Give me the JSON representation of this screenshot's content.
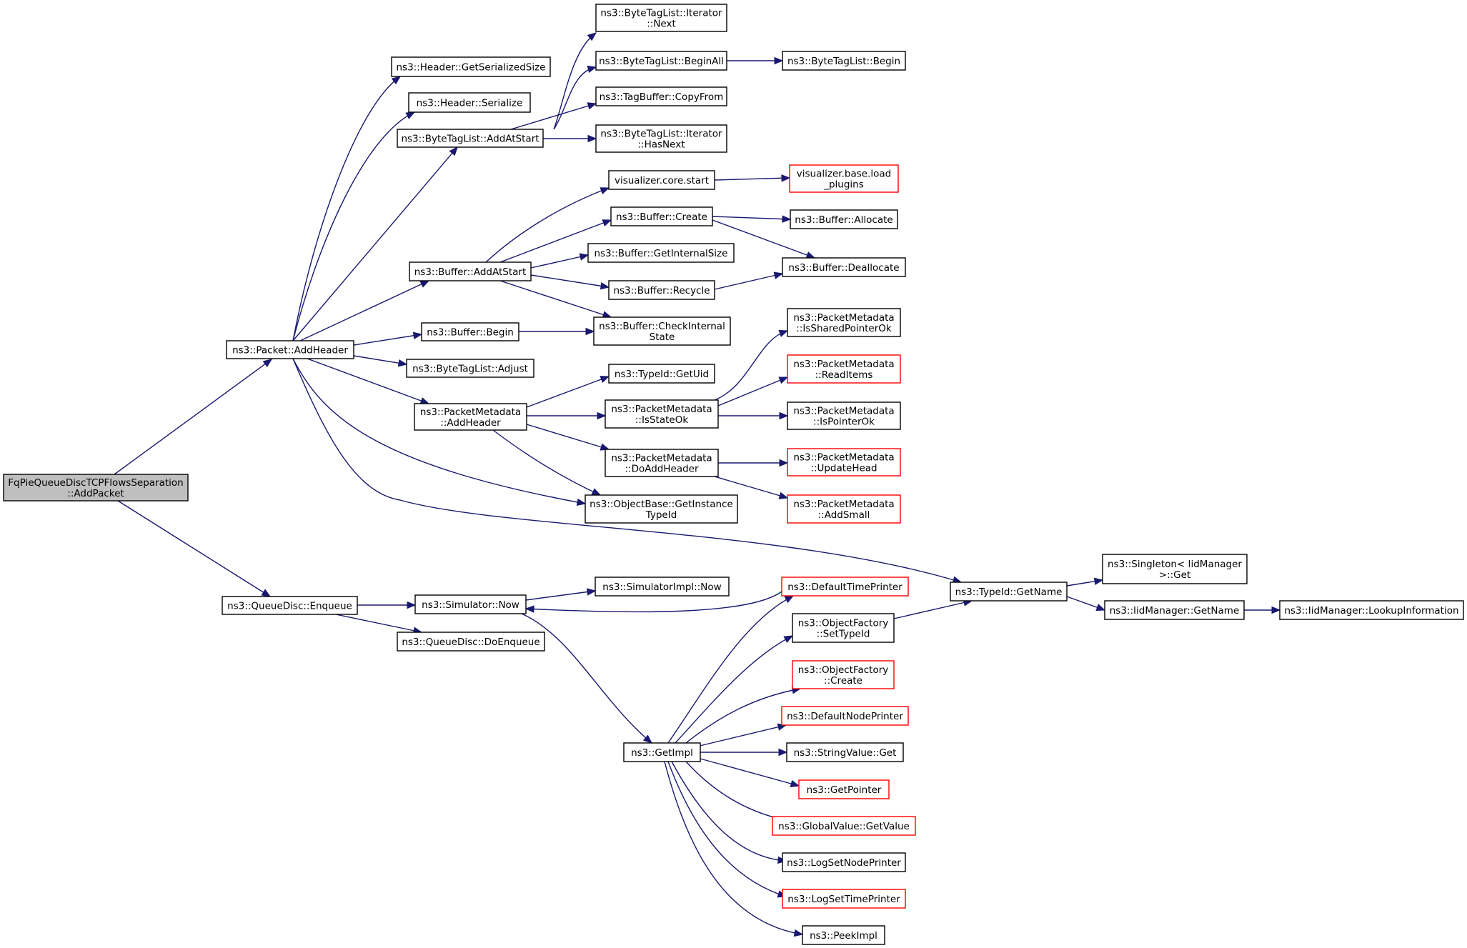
{
  "nodes": [
    {
      "id": "root",
      "lines": [
        "FqPieQueueDiscTCPFlowsSeparation",
        "::AddPacket"
      ],
      "style": "root"
    },
    {
      "id": "addheader",
      "lines": [
        "ns3::Packet::AddHeader"
      ],
      "style": "normal"
    },
    {
      "id": "enqueue",
      "lines": [
        "ns3::QueueDisc::Enqueue"
      ],
      "style": "normal"
    },
    {
      "id": "hdr_getsize",
      "lines": [
        "ns3::Header::GetSerializedSize"
      ],
      "style": "normal"
    },
    {
      "id": "hdr_serialize",
      "lines": [
        "ns3::Header::Serialize"
      ],
      "style": "normal"
    },
    {
      "id": "btl_addatstart",
      "lines": [
        "ns3::ByteTagList::AddAtStart"
      ],
      "style": "normal"
    },
    {
      "id": "buf_addatstart",
      "lines": [
        "ns3::Buffer::AddAtStart"
      ],
      "style": "normal"
    },
    {
      "id": "buf_begin",
      "lines": [
        "ns3::Buffer::Begin"
      ],
      "style": "normal"
    },
    {
      "id": "btl_adjust",
      "lines": [
        "ns3::ByteTagList::Adjust"
      ],
      "style": "normal"
    },
    {
      "id": "pm_addheader",
      "lines": [
        "ns3::PacketMetadata",
        "::AddHeader"
      ],
      "style": "normal"
    },
    {
      "id": "btl_it_next",
      "lines": [
        "ns3::ByteTagList::Iterator",
        "::Next"
      ],
      "style": "normal"
    },
    {
      "id": "btl_beginall",
      "lines": [
        "ns3::ByteTagList::BeginAll"
      ],
      "style": "normal"
    },
    {
      "id": "tb_copyfrom",
      "lines": [
        "ns3::TagBuffer::CopyFrom"
      ],
      "style": "normal"
    },
    {
      "id": "btl_it_hasnext",
      "lines": [
        "ns3::ByteTagList::Iterator",
        "::HasNext"
      ],
      "style": "normal"
    },
    {
      "id": "vis_core_start",
      "lines": [
        "visualizer.core.start"
      ],
      "style": "normal"
    },
    {
      "id": "buf_create",
      "lines": [
        "ns3::Buffer::Create"
      ],
      "style": "normal"
    },
    {
      "id": "buf_getinternalsize",
      "lines": [
        "ns3::Buffer::GetInternalSize"
      ],
      "style": "normal"
    },
    {
      "id": "buf_recycle",
      "lines": [
        "ns3::Buffer::Recycle"
      ],
      "style": "normal"
    },
    {
      "id": "buf_checkinternal",
      "lines": [
        "ns3::Buffer::CheckInternal",
        "State"
      ],
      "style": "normal"
    },
    {
      "id": "typeid_getuid",
      "lines": [
        "ns3::TypeId::GetUid"
      ],
      "style": "normal"
    },
    {
      "id": "pm_isstateok",
      "lines": [
        "ns3::PacketMetadata",
        "::IsStateOk"
      ],
      "style": "normal"
    },
    {
      "id": "pm_doaddheader",
      "lines": [
        "ns3::PacketMetadata",
        "::DoAddHeader"
      ],
      "style": "normal"
    },
    {
      "id": "ob_getinstancetypeid",
      "lines": [
        "ns3::ObjectBase::GetInstance",
        "TypeId"
      ],
      "style": "normal"
    },
    {
      "id": "btl_begin",
      "lines": [
        "ns3::ByteTagList::Begin"
      ],
      "style": "normal"
    },
    {
      "id": "vis_base_load",
      "lines": [
        "visualizer.base.load",
        "_plugins"
      ],
      "style": "red"
    },
    {
      "id": "buf_allocate",
      "lines": [
        "ns3::Buffer::Allocate"
      ],
      "style": "normal"
    },
    {
      "id": "buf_deallocate",
      "lines": [
        "ns3::Buffer::Deallocate"
      ],
      "style": "normal"
    },
    {
      "id": "pm_issharedpointerok",
      "lines": [
        "ns3::PacketMetadata",
        "::IsSharedPointerOk"
      ],
      "style": "normal"
    },
    {
      "id": "pm_readitems",
      "lines": [
        "ns3::PacketMetadata",
        "::ReadItems"
      ],
      "style": "red"
    },
    {
      "id": "pm_ispointerok",
      "lines": [
        "ns3::PacketMetadata",
        "::IsPointerOk"
      ],
      "style": "normal"
    },
    {
      "id": "pm_updatehead",
      "lines": [
        "ns3::PacketMetadata",
        "::UpdateHead"
      ],
      "style": "red"
    },
    {
      "id": "pm_addsmall",
      "lines": [
        "ns3::PacketMetadata",
        "::AddSmall"
      ],
      "style": "red"
    },
    {
      "id": "sim_now",
      "lines": [
        "ns3::Simulator::Now"
      ],
      "style": "normal"
    },
    {
      "id": "qd_doenqueue",
      "lines": [
        "ns3::QueueDisc::DoEnqueue"
      ],
      "style": "normal"
    },
    {
      "id": "simimpl_now",
      "lines": [
        "ns3::SimulatorImpl::Now"
      ],
      "style": "normal"
    },
    {
      "id": "getimpl",
      "lines": [
        "ns3::GetImpl"
      ],
      "style": "normal"
    },
    {
      "id": "defaulttimeprinter",
      "lines": [
        "ns3::DefaultTimePrinter"
      ],
      "style": "red"
    },
    {
      "id": "of_settypeid",
      "lines": [
        "ns3::ObjectFactory",
        "::SetTypeId"
      ],
      "style": "normal"
    },
    {
      "id": "of_create",
      "lines": [
        "ns3::ObjectFactory",
        "::Create"
      ],
      "style": "red"
    },
    {
      "id": "defaultnodeprinter",
      "lines": [
        "ns3::DefaultNodePrinter"
      ],
      "style": "red"
    },
    {
      "id": "stringvalue_get",
      "lines": [
        "ns3::StringValue::Get"
      ],
      "style": "normal"
    },
    {
      "id": "getpointer",
      "lines": [
        "ns3::GetPointer"
      ],
      "style": "red"
    },
    {
      "id": "globalvalue_getvalue",
      "lines": [
        "ns3::GlobalValue::GetValue"
      ],
      "style": "red"
    },
    {
      "id": "logsetnodeprinter",
      "lines": [
        "ns3::LogSetNodePrinter"
      ],
      "style": "normal"
    },
    {
      "id": "logsettimeprinter",
      "lines": [
        "ns3::LogSetTimePrinter"
      ],
      "style": "red"
    },
    {
      "id": "peekimpl",
      "lines": [
        "ns3::PeekImpl"
      ],
      "style": "normal"
    },
    {
      "id": "typeid_getname",
      "lines": [
        "ns3::TypeId::GetName"
      ],
      "style": "normal"
    },
    {
      "id": "singleton_get",
      "lines": [
        "ns3::Singleton< IidManager",
        " >::Get"
      ],
      "style": "normal"
    },
    {
      "id": "iidm_getname",
      "lines": [
        "ns3::IidManager::GetName"
      ],
      "style": "normal"
    },
    {
      "id": "iidm_lookup",
      "lines": [
        "ns3::IidManager::LookupInformation"
      ],
      "style": "normal"
    }
  ],
  "edges": [
    [
      "root",
      "addheader"
    ],
    [
      "root",
      "enqueue"
    ],
    [
      "addheader",
      "hdr_getsize"
    ],
    [
      "addheader",
      "hdr_serialize"
    ],
    [
      "addheader",
      "btl_addatstart"
    ],
    [
      "addheader",
      "buf_addatstart"
    ],
    [
      "addheader",
      "buf_begin"
    ],
    [
      "addheader",
      "btl_adjust"
    ],
    [
      "addheader",
      "pm_addheader"
    ],
    [
      "addheader",
      "ob_getinstancetypeid"
    ],
    [
      "addheader",
      "typeid_getname"
    ],
    [
      "btl_addatstart",
      "btl_it_next"
    ],
    [
      "btl_addatstart",
      "btl_beginall"
    ],
    [
      "btl_addatstart",
      "tb_copyfrom"
    ],
    [
      "btl_addatstart",
      "btl_it_hasnext"
    ],
    [
      "btl_beginall",
      "btl_begin"
    ],
    [
      "buf_addatstart",
      "vis_core_start"
    ],
    [
      "buf_addatstart",
      "buf_create"
    ],
    [
      "buf_addatstart",
      "buf_getinternalsize"
    ],
    [
      "buf_addatstart",
      "buf_recycle"
    ],
    [
      "buf_addatstart",
      "buf_checkinternal"
    ],
    [
      "vis_core_start",
      "vis_base_load"
    ],
    [
      "buf_create",
      "buf_allocate"
    ],
    [
      "buf_create",
      "buf_deallocate"
    ],
    [
      "buf_recycle",
      "buf_deallocate"
    ],
    [
      "buf_begin",
      "buf_checkinternal"
    ],
    [
      "pm_addheader",
      "typeid_getuid"
    ],
    [
      "pm_addheader",
      "pm_isstateok"
    ],
    [
      "pm_addheader",
      "pm_doaddheader"
    ],
    [
      "pm_addheader",
      "ob_getinstancetypeid"
    ],
    [
      "pm_isstateok",
      "pm_issharedpointerok"
    ],
    [
      "pm_isstateok",
      "pm_readitems"
    ],
    [
      "pm_isstateok",
      "pm_ispointerok"
    ],
    [
      "pm_doaddheader",
      "pm_updatehead"
    ],
    [
      "pm_doaddheader",
      "pm_addsmall"
    ],
    [
      "enqueue",
      "sim_now"
    ],
    [
      "enqueue",
      "qd_doenqueue"
    ],
    [
      "sim_now",
      "simimpl_now"
    ],
    [
      "sim_now",
      "getimpl"
    ],
    [
      "defaulttimeprinter",
      "sim_now"
    ],
    [
      "getimpl",
      "defaulttimeprinter"
    ],
    [
      "getimpl",
      "of_settypeid"
    ],
    [
      "getimpl",
      "of_create"
    ],
    [
      "getimpl",
      "defaultnodeprinter"
    ],
    [
      "getimpl",
      "stringvalue_get"
    ],
    [
      "getimpl",
      "getpointer"
    ],
    [
      "getimpl",
      "globalvalue_getvalue"
    ],
    [
      "getimpl",
      "logsetnodeprinter"
    ],
    [
      "getimpl",
      "logsettimeprinter"
    ],
    [
      "getimpl",
      "peekimpl"
    ],
    [
      "of_settypeid",
      "typeid_getname"
    ],
    [
      "typeid_getname",
      "singleton_get"
    ],
    [
      "typeid_getname",
      "iidm_getname"
    ],
    [
      "iidm_getname",
      "iidm_lookup"
    ]
  ],
  "colors": {
    "edge": "#191970",
    "red_border": "#ff0000",
    "root_fill": "#bfbfbf",
    "border": "#000000"
  }
}
